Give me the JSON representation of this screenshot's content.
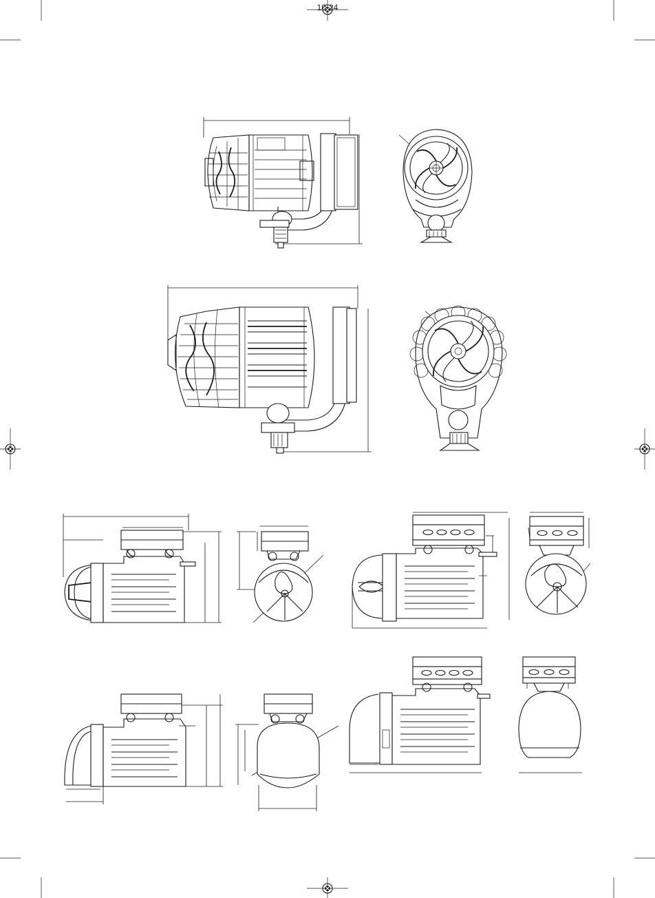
{
  "page": {
    "number": "10-24"
  },
  "figures": [
    {
      "id": "pump-large-side"
    },
    {
      "id": "pump-large-front"
    },
    {
      "id": "pump-xl-side"
    },
    {
      "id": "pump-xl-front"
    },
    {
      "id": "pump-a-side"
    },
    {
      "id": "pump-a-front"
    },
    {
      "id": "pump-b-side"
    },
    {
      "id": "pump-b-front"
    },
    {
      "id": "pump-c-side"
    },
    {
      "id": "pump-c-front"
    },
    {
      "id": "pump-d-side"
    },
    {
      "id": "pump-d-front"
    }
  ]
}
